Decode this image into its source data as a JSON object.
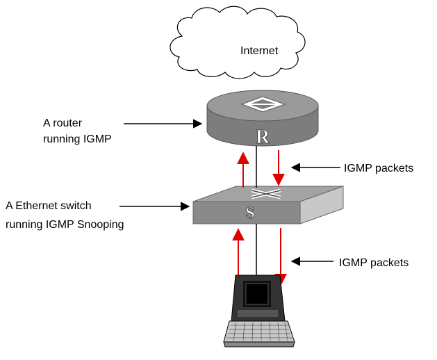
{
  "cloud": {
    "label": "Internet"
  },
  "router": {
    "label_line1": "A router",
    "label_line2": "running IGMP",
    "emblem": "R"
  },
  "switch": {
    "label_line1": "A Ethernet switch",
    "label_line2": "running IGMP Snooping",
    "emblem": "S"
  },
  "annotations": {
    "upper_packets": "IGMP packets",
    "lower_packets": "IGMP packets"
  },
  "colors": {
    "packet_arrow": "#e00000",
    "device_gray": "#8c8c8c",
    "pointer_arrow": "#000000"
  },
  "icons": {
    "cloud": "cloud-icon",
    "router": "router-icon",
    "switch": "switch-icon",
    "host": "laptop-icon"
  }
}
